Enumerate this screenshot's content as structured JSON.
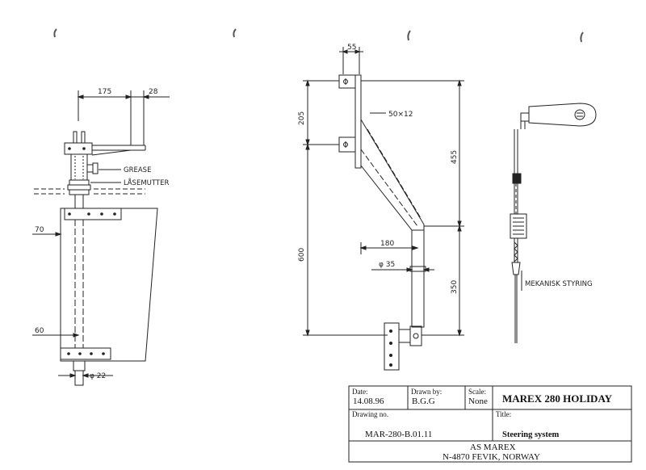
{
  "left_view": {
    "dim_top_left": "175",
    "dim_top_right": "28",
    "label_grease": "GREASE",
    "label_lasemutter": "LÅSEMUTTER",
    "dim_70": "70",
    "dim_60": "60",
    "dim_phi22": "φ 22"
  },
  "middle_view": {
    "dim_55": "55",
    "dim_205": "205",
    "dim_50x12": "50×12",
    "dim_455": "455",
    "dim_180": "180",
    "dim_phi35": "φ 35",
    "dim_600": "600",
    "dim_350": "350"
  },
  "right_view": {
    "label_mekanisk": "MEKANISK STYRING"
  },
  "title_block": {
    "date_label": "Date:",
    "date_value": "14.08.96",
    "drawn_label": "Drawn by:",
    "drawn_value": "B.G.G",
    "scale_label": "Scale:",
    "scale_value": "None",
    "project": "MAREX 280 HOLIDAY",
    "drawing_no_label": "Drawing no.",
    "drawing_no_value": "MAR-280-B.01.11",
    "title_label": "Title:",
    "title_value": "Steering system",
    "company_name": "AS MAREX",
    "company_address": "N-4870 FEVIK, NORWAY"
  },
  "colors": {
    "ink": "#222222",
    "paper": "#ffffff"
  }
}
